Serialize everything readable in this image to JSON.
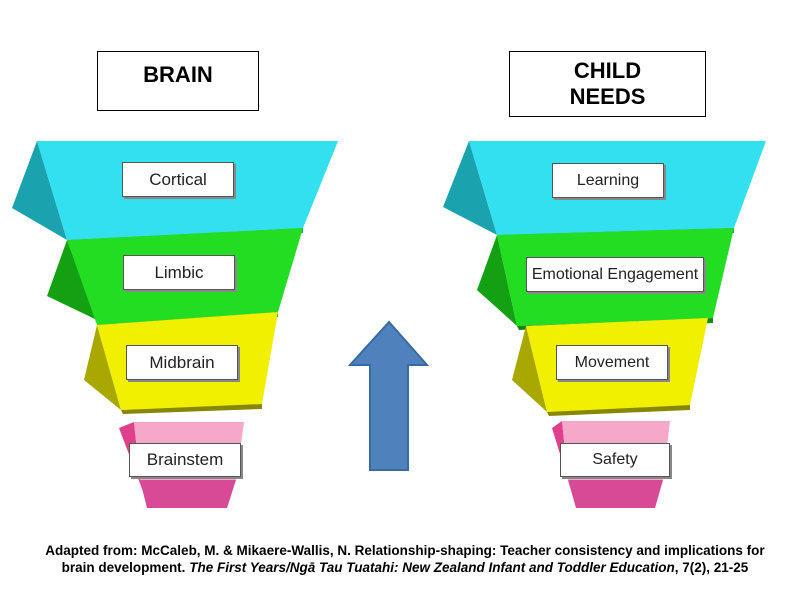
{
  "left_pyramid": {
    "title": "BRAIN",
    "levels": [
      "Cortical",
      "Limbic",
      "Midbrain",
      "Brainstem"
    ]
  },
  "right_pyramid": {
    "title_line1": "CHILD",
    "title_line2": "NEEDS",
    "levels": [
      "Learning",
      "Emotional Engagement",
      "Movement",
      "Safety"
    ]
  },
  "arrow": {
    "direction": "up",
    "color": "#4f81bd"
  },
  "colors": {
    "cortical": "#33e0f0",
    "limbic": "#22dd22",
    "midbrain": "#f0f000",
    "brainstem": "#f7a8c8"
  },
  "caption": {
    "part1": "Adapted from: McCaleb, M. & Mikaere-Wallis, N. Relationship-shaping: Teacher consistency and implications for brain development.",
    "journal": "The First Years/Ngā Tau Tuatahi: New Zealand Infant and Toddler Education",
    "part2": ", 7(2), 21-25"
  }
}
